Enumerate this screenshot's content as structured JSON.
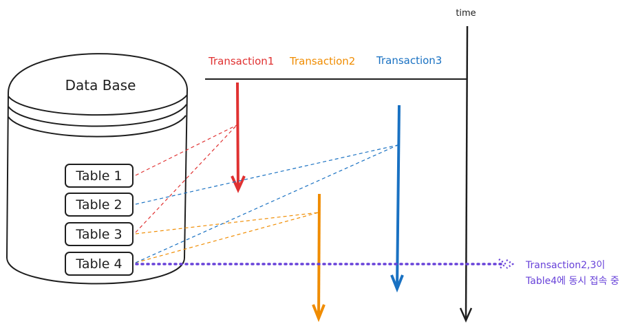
{
  "database": {
    "title": "Data Base",
    "tables": [
      "Table 1",
      "Table 2",
      "Table 3",
      "Table 4"
    ]
  },
  "timeline": {
    "axis_label": "time"
  },
  "transactions": [
    {
      "label": "Transaction1",
      "color": "#e03131"
    },
    {
      "label": "Transaction2",
      "color": "#f08c00"
    },
    {
      "label": "Transaction3",
      "color": "#1971c2"
    }
  ],
  "note": {
    "line1": "Transaction2,3이",
    "line2": "Table4에 동시 접속 중",
    "color": "#6741d9"
  }
}
